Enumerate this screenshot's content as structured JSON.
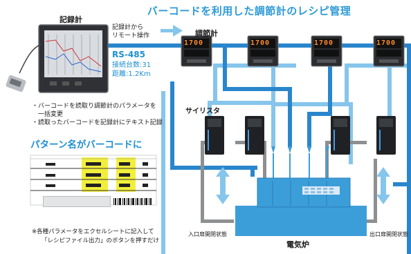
{
  "title": "バーコードを利用した調節計のレシピ管理",
  "recorder": {
    "label": "記録計",
    "remote_line1": "記録計から",
    "remote_line2": "リモート操作",
    "protocol": "RS-485",
    "connected": "接続台数:31",
    "distance": "距離:1.2Km"
  },
  "controller_label": "調節計",
  "controller_display": "1700",
  "thyristor_label": "サイリスタ",
  "bullets": [
    "・バーコードを読取り調節計のパラメータを",
    "　一括変更",
    "・読取ったバーコードを記録計にテキスト記録"
  ],
  "pattern_title": "パターン名がバーコードに",
  "notes": [
    "※各種パラメータをエクセルシートに記入して",
    "「レシピファイル出力」のボタンを押すだけ"
  ],
  "furnace_label": "電気炉",
  "door_in_label": "入口扉開閉状態",
  "door_out_label": "出口扉開閉状態",
  "colors": {
    "title": "#2e9ad6",
    "line_dark": "#2a86cc",
    "line_light": "#86c5ec",
    "gray_line": "#8d8f91",
    "furnace": "#3c9ed8",
    "controller_face": "#2b2d31",
    "highlight": "#f2ef3c"
  }
}
